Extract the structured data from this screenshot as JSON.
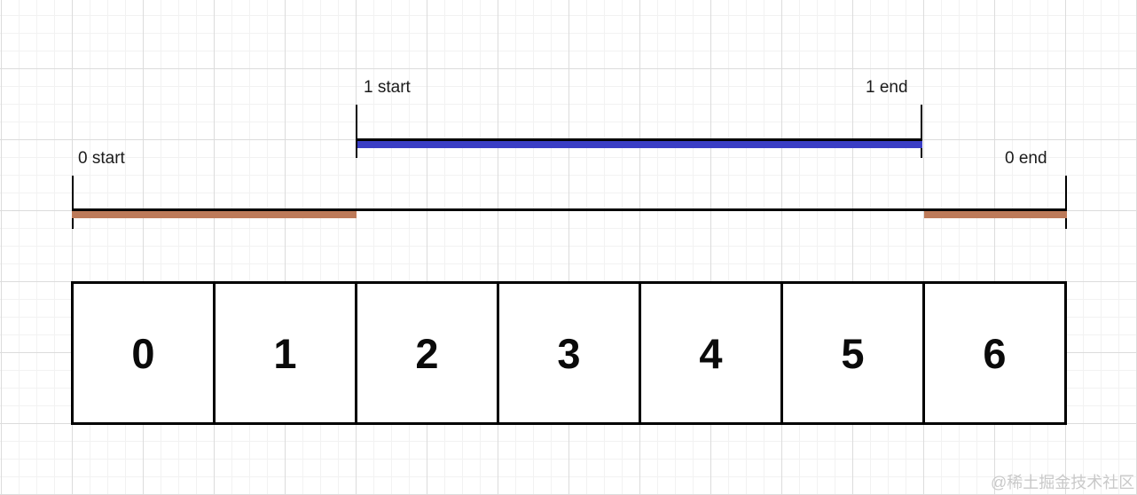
{
  "diagram": {
    "range1": {
      "start_label": "1 start",
      "end_label": "1 end",
      "bar_color": "#3a3ec5"
    },
    "range0": {
      "start_label": "0 start",
      "end_label": "0 end",
      "bar_color": "#bd7a59"
    },
    "array": {
      "cells": [
        "0",
        "1",
        "2",
        "3",
        "4",
        "5",
        "6"
      ]
    },
    "watermark": {
      "text": "@稀土掘金技术社区"
    },
    "colors": {
      "line": "#000000",
      "grid_minor": "#f2f2f2",
      "grid_major": "#dcdcdc",
      "cell_border": "#000000",
      "watermark_text": "#c9c9c9"
    }
  }
}
